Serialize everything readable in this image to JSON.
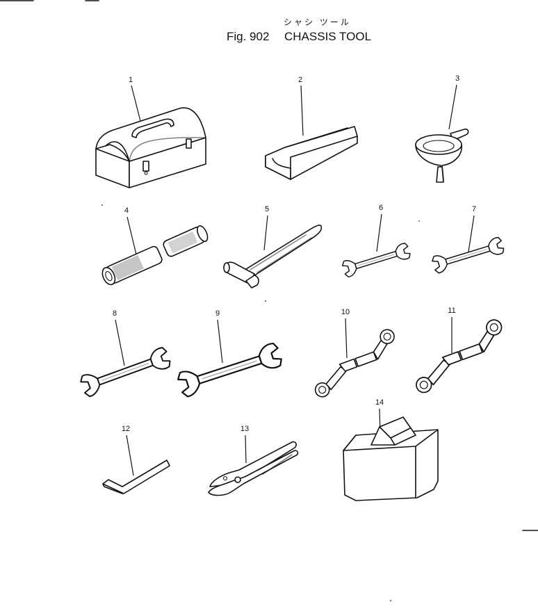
{
  "header": {
    "subtitle_jp": "シャシ ツール",
    "fig_label": "Fig. 902",
    "title": "CHASSIS TOOL"
  },
  "parts": [
    {
      "no": "1",
      "icon": "tool-box-icon"
    },
    {
      "no": "2",
      "icon": "wedge-block-icon"
    },
    {
      "no": "3",
      "icon": "funnel-icon"
    },
    {
      "no": "4",
      "icon": "socket-wrench-icon"
    },
    {
      "no": "5",
      "icon": "hammer-icon"
    },
    {
      "no": "6",
      "icon": "open-end-wrench-icon"
    },
    {
      "no": "7",
      "icon": "open-end-wrench-icon"
    },
    {
      "no": "8",
      "icon": "open-end-wrench-icon"
    },
    {
      "no": "9",
      "icon": "open-end-wrench-icon"
    },
    {
      "no": "10",
      "icon": "offset-box-wrench-icon"
    },
    {
      "no": "11",
      "icon": "offset-box-wrench-icon"
    },
    {
      "no": "12",
      "icon": "hex-key-icon"
    },
    {
      "no": "13",
      "icon": "pliers-icon"
    },
    {
      "no": "14",
      "icon": "tool-case-icon"
    }
  ]
}
